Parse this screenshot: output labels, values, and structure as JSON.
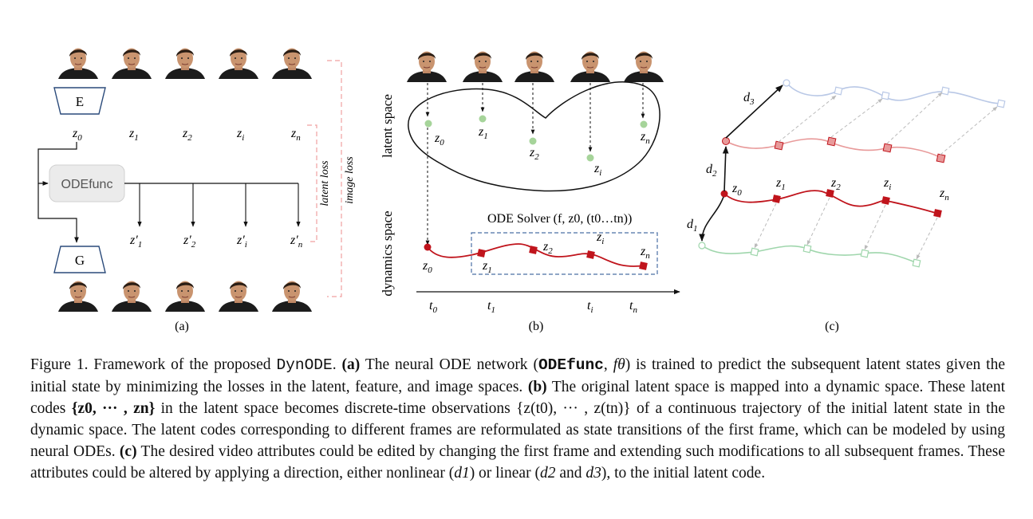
{
  "figure": {
    "panel_a": {
      "encoder_label": "E",
      "generator_label": "G",
      "odefunc_label": "ODEfunc",
      "latent_codes": [
        {
          "base": "z",
          "sub": "0"
        },
        {
          "base": "z",
          "sub": "1"
        },
        {
          "base": "z",
          "sub": "2"
        },
        {
          "base": "z",
          "sub": "i"
        },
        {
          "base": "z",
          "sub": "n"
        }
      ],
      "predicted_codes": [
        {
          "base": "z′",
          "sub": "1"
        },
        {
          "base": "z′",
          "sub": "2"
        },
        {
          "base": "z′",
          "sub": "i"
        },
        {
          "base": "z′",
          "sub": "n"
        }
      ],
      "latent_loss_label": "latent loss",
      "image_loss_label": "image loss",
      "panel_label": "(a)"
    },
    "panel_b": {
      "latent_space_label": "latent space",
      "dynamics_space_label": "dynamics space",
      "solver_label": "ODE Solver (f, z0, (t0…tn))",
      "latent_points": [
        {
          "base": "z",
          "sub": "0"
        },
        {
          "base": "z",
          "sub": "1"
        },
        {
          "base": "z",
          "sub": "2"
        },
        {
          "base": "z",
          "sub": "i"
        },
        {
          "base": "z",
          "sub": "n"
        }
      ],
      "time_ticks": [
        {
          "base": "t",
          "sub": "0"
        },
        {
          "base": "t",
          "sub": "1"
        },
        {
          "base": "t",
          "sub": "i"
        },
        {
          "base": "t",
          "sub": "n"
        }
      ],
      "panel_label": "(b)"
    },
    "panel_c": {
      "directions": [
        {
          "base": "d",
          "sub": "1"
        },
        {
          "base": "d",
          "sub": "2"
        },
        {
          "base": "d",
          "sub": "3"
        }
      ],
      "codes": [
        {
          "base": "z",
          "sub": "0"
        },
        {
          "base": "z",
          "sub": "1"
        },
        {
          "base": "z",
          "sub": "2"
        },
        {
          "base": "z",
          "sub": "i"
        },
        {
          "base": "z",
          "sub": "n"
        }
      ],
      "panel_label": "(c)"
    },
    "colors": {
      "trajectory_red": "#c0141c",
      "trajectory_pink": "#e89a9a",
      "trajectory_blue": "#b9c8e6",
      "trajectory_green": "#9fd6ac",
      "latent_point_green": "#a6d49a",
      "loss_bracket": "#f0a0a0",
      "solver_box": "#4a6fa5",
      "odefunc_box": "#ebebeb"
    }
  },
  "caption": {
    "figure_label": "Figure 1.",
    "t1": "Framework of the proposed",
    "dynode": "DynODE",
    "t2": ".",
    "a_label": "(a)",
    "t3": "The neural ODE network (",
    "odefunc": "ODEfunc",
    "t4": ",",
    "f_theta": "fθ",
    "t5": ") is trained to predict the subsequent latent states given the initial state by minimizing the losses in the latent, feature, and image spaces.",
    "b_label": "(b)",
    "t6": "The original latent space is mapped into a dynamic space. These latent codes",
    "set_z": "{z0, ··· , zn}",
    "t7": "in the latent space becomes discrete-time observations",
    "set_zt": "{z(t0), ··· , z(tn)}",
    "t8": "of a continuous trajectory of the initial latent state in the dynamic space. The latent codes corresponding to different frames are reformulated as state transitions of the first frame, which can be modeled by using neural ODEs.",
    "c_label": "(c)",
    "t9": "The desired video attributes could be edited by changing the first frame and extending such modifications to all subsequent frames. These attributes could be altered by applying a direction, either nonlinear (",
    "d1": "d1",
    "t10": ") or linear (",
    "d2": "d2",
    "t11": "and",
    "d3": "d3",
    "t12": "), to the initial latent code."
  }
}
